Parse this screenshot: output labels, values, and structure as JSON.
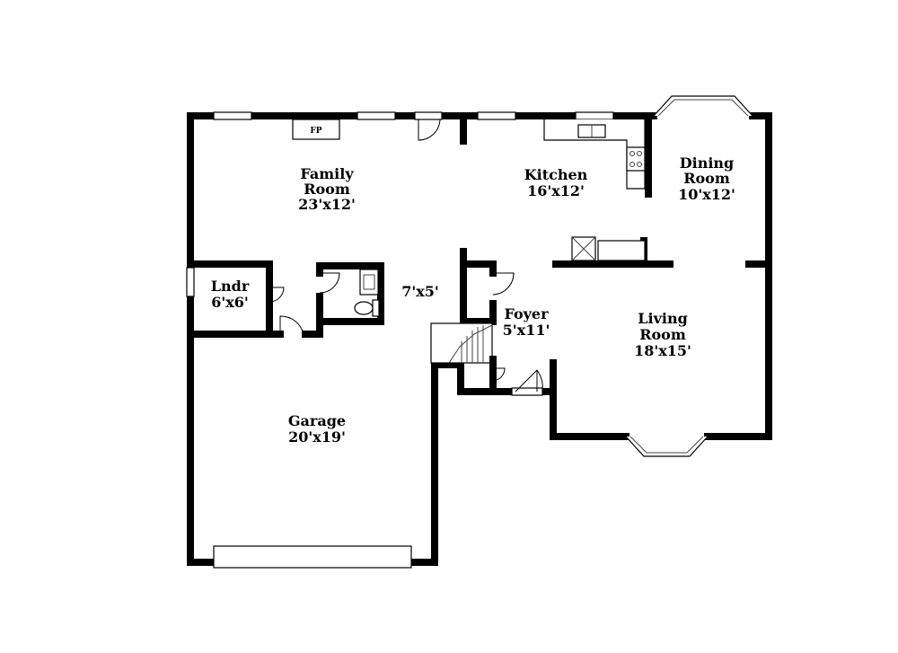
{
  "rooms": {
    "family": {
      "name_1": "Family",
      "name_2": "Room",
      "size": "23'x12'"
    },
    "kitchen": {
      "name": "Kitchen",
      "size": "16'x12'"
    },
    "dining": {
      "name_1": "Dining",
      "name_2": "Room",
      "size": "10'x12'"
    },
    "laundry": {
      "name": "Lndr",
      "size": "6'x6'"
    },
    "bath": {
      "size": "7'x5'"
    },
    "foyer": {
      "name": "Foyer",
      "size": "5'x11'"
    },
    "living": {
      "name_1": "Living",
      "name_2": "Room",
      "size": "18'x15'"
    },
    "garage": {
      "name": "Garage",
      "size": "20'x19'"
    }
  },
  "fixtures": {
    "fireplace": "FP"
  }
}
